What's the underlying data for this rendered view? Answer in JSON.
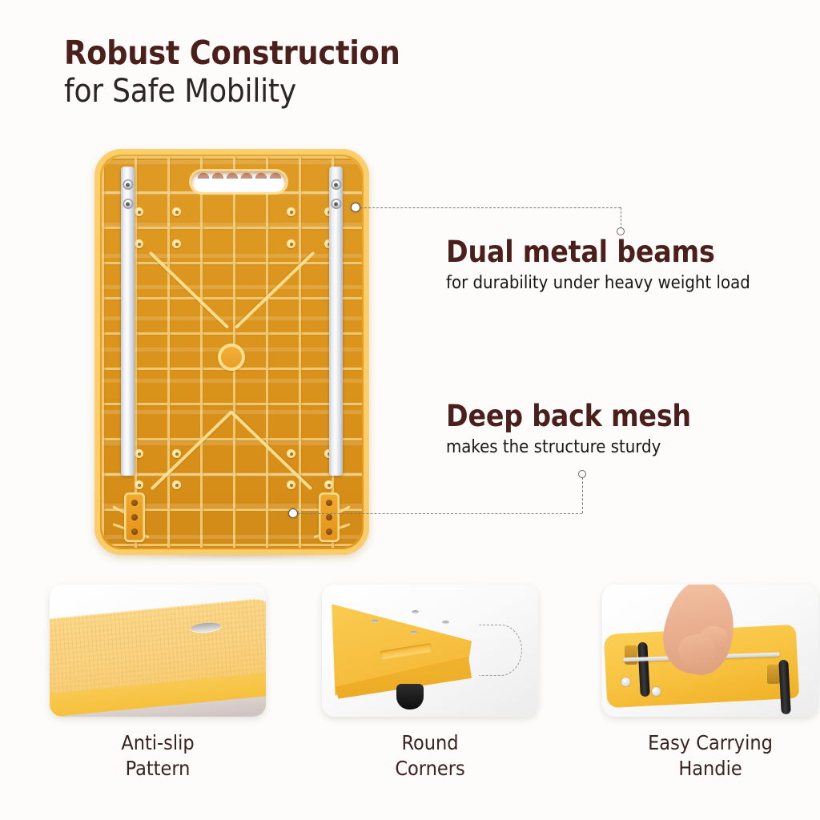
{
  "headline": {
    "line1": "Robust Construction",
    "line2": "for Safe Mobility"
  },
  "features": [
    {
      "title": "Dual metal beams",
      "subtitle": "for durability under heavy weight load"
    },
    {
      "title": "Deep back mesh",
      "subtitle": "makes the structure sturdy"
    }
  ],
  "cards": [
    {
      "label_line1": "Anti-slip",
      "label_line2": "Pattern"
    },
    {
      "label_line1": "Round",
      "label_line2": "Corners"
    },
    {
      "label_line1": "Easy Carrying",
      "label_line2": "Handie"
    }
  ],
  "colors": {
    "background": "#fdfcfa",
    "heading_accent": "#4a1f1c",
    "heading_secondary": "#2c2524",
    "product_yellow": "#f2ad33",
    "product_yellow_light": "#fbd37a",
    "metal_gray": "#dcdfe3",
    "leader_line": "#7c7c7c"
  },
  "icons": {
    "leader_dot": "filled-dot",
    "leader_ring": "open-circle",
    "round_corner_arc": "dashed-arc"
  }
}
